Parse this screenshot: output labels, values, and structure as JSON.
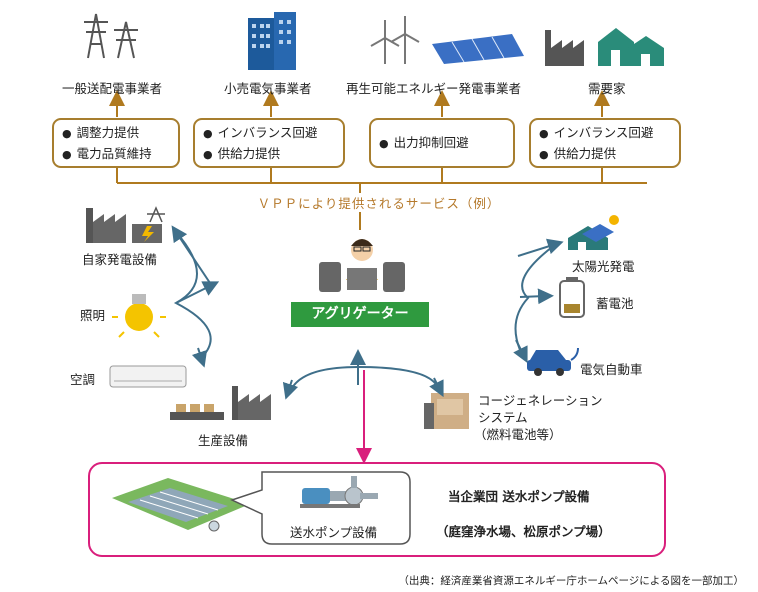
{
  "top": {
    "actors": [
      {
        "label": "一般送配電事業者",
        "icon": "power-tower-icon",
        "services": [
          "調整力提供",
          "電力品質維持"
        ]
      },
      {
        "label": "小売電気事業者",
        "icon": "office-building-icon",
        "services": [
          "インバランス回避",
          "供給力提供"
        ]
      },
      {
        "label": "再生可能エネルギー発電事業者",
        "icon": "wind-solar-icon",
        "services": [
          "出力抑制回避"
        ]
      },
      {
        "label": "需要家",
        "icon": "factory-house-icon",
        "services": [
          "インバランス回避",
          "供給力提供"
        ]
      }
    ]
  },
  "services_caption": "ＶＰＰにより提供されるサービス（例）",
  "aggregator": {
    "label": "アグリゲーター",
    "icon": "operator-computers-icon"
  },
  "left_resources": [
    {
      "label": "自家発電設備",
      "icon": "factory-generator-icon"
    },
    {
      "label": "照明",
      "icon": "light-bulb-icon"
    },
    {
      "label": "空調",
      "icon": "air-conditioner-icon"
    },
    {
      "label": "生産設備",
      "icon": "production-facility-icon"
    }
  ],
  "right_resources": [
    {
      "label": "太陽光発電",
      "icon": "solar-house-icon"
    },
    {
      "label": "蓄電池",
      "icon": "battery-icon"
    },
    {
      "label": "電気自動車",
      "icon": "electric-car-icon"
    }
  ],
  "cogeneration": {
    "line1": "コージェネレーション",
    "line2": "システム",
    "line3": "（燃料電池等）",
    "icon": "cogeneration-icon"
  },
  "bottom": {
    "pump_label": "送水ポンプ設備",
    "title": "当企業団 送水ポンプ設備",
    "subtitle": "（庭窪浄水場、松原ポンプ場）",
    "icons": [
      "water-plant-aerial-icon",
      "water-pump-icon"
    ]
  },
  "source": "（出典：経済産業省資源エネルギー庁ホームページによる図を一部加工）",
  "colors": {
    "box_border": "#a77e2e",
    "arrow": "#b07a1f",
    "aggregator_green": "#2f9a3f",
    "highlight": "#d91f7c",
    "link_blue": "#3f6f8a"
  }
}
